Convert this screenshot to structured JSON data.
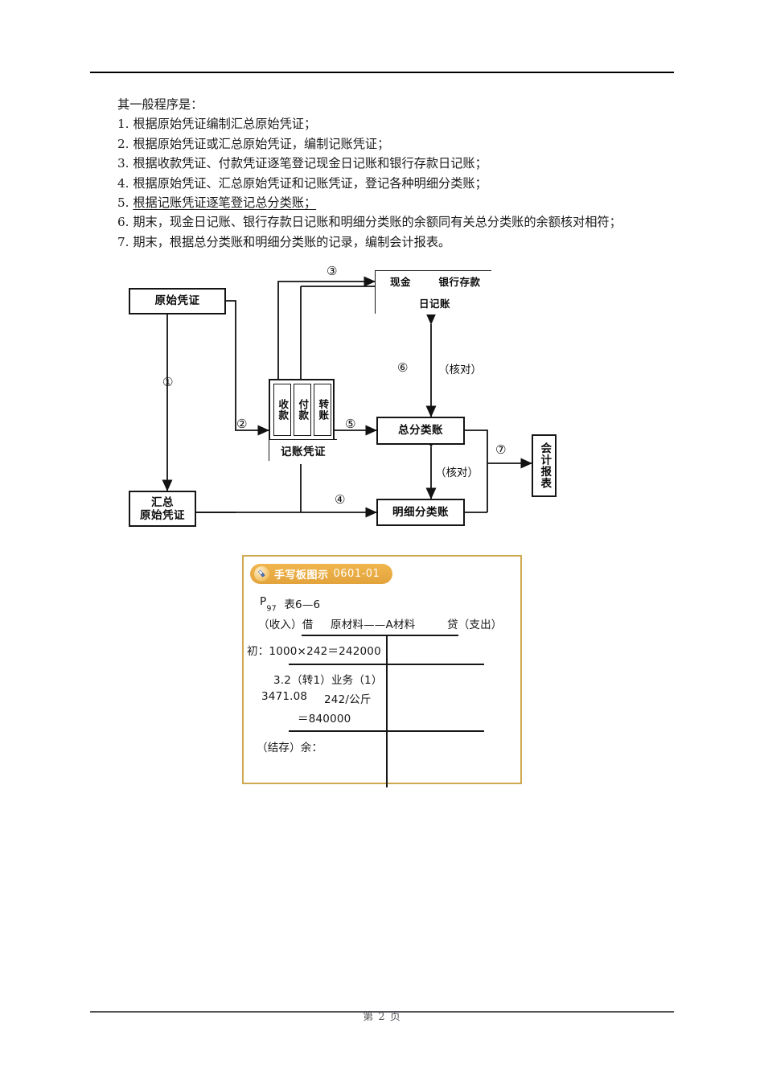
{
  "document": {
    "page_footer": "第 2 页"
  },
  "body_text": {
    "intro": "其一般程序是：",
    "steps": [
      "1. 根据原始凭证编制汇总原始凭证；",
      "2. 根据原始凭证或汇总原始凭证，编制记账凭证；",
      "3. 根据收款凭证、付款凭证逐笔登记现金日记账和银行存款日记账；",
      "4. 根据原始凭证、汇总原始凭证和记账凭证，登记各种明细分类账；",
      "5. 根据记账凭证逐笔登记总分类账；",
      "6. 期末，现金日记账、银行存款日记账和明细分类账的余额同有关总分类账的余额核对相符；",
      "7. 期末，根据总分类账和明细分类账的记录，编制会计报表。"
    ],
    "underlined_step_index": 4,
    "step5_prefix": "5. ",
    "step5_underlined": "根据记账凭证逐笔登记总分类账；"
  },
  "diagram": {
    "boxes": {
      "original_voucher": "原始凭证",
      "summary_original_voucher": "汇总\n原始凭证",
      "cash": "现金",
      "bank_deposit": "银行存款",
      "daily_journal": "日记账",
      "receipt": "收款",
      "payment": "付款",
      "transfer": "转账",
      "accounting_voucher": "记账凭证",
      "general_ledger": "总分类账",
      "subsidiary_ledger": "明细分类账",
      "financial_statement": "会计报表"
    },
    "numbers": {
      "n1": "①",
      "n2": "②",
      "n3": "③",
      "n4": "④",
      "n5": "⑤",
      "n6": "⑥",
      "n7": "⑦"
    },
    "labels": {
      "check_upper": "（核对）",
      "check_lower": "（核对）"
    }
  },
  "handwriting_panel": {
    "badge_title": "手写板图示",
    "badge_code": "0601-01",
    "badge_icon": "pencil-eraser-icon",
    "colors": {
      "border": "#cfa950",
      "badge_fill": "#e8ab42",
      "badge_text": "#ffffff"
    },
    "lines": {
      "ref_p": "P",
      "ref_sub": "97",
      "ref_table": "表6—6",
      "header_left": "（收入）借",
      "header_center": "原材料——A材料",
      "header_right": "贷（支出）",
      "opening": "初：1000×242＝242000",
      "entry_date": "3.2（转1）业务（1）",
      "entry_amount": "3471.08",
      "entry_unit_price": "242/公斤",
      "entry_total": "＝840000",
      "closing": "（结存）余："
    }
  }
}
